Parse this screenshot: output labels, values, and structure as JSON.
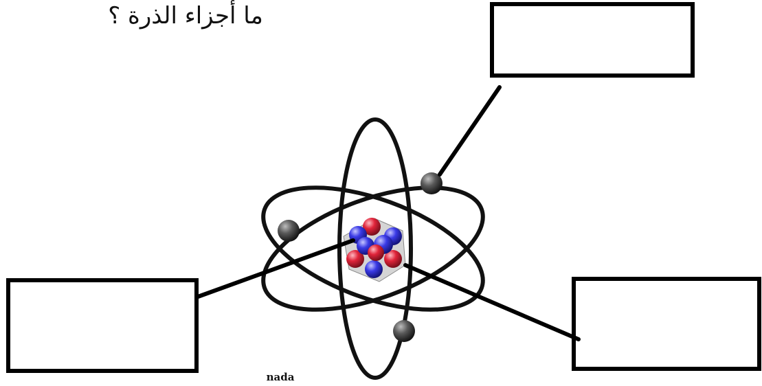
{
  "question": "ما أجزاء الذرة ؟",
  "signature": "nada",
  "answer_boxes": [
    {
      "id": "top-right",
      "label": ""
    },
    {
      "id": "left",
      "label": ""
    },
    {
      "id": "right",
      "label": ""
    }
  ],
  "colors": {
    "ink": "#000000",
    "proton": "#e0243a",
    "neutron": "#3a3ae6",
    "electron": "#3a3a3a"
  }
}
